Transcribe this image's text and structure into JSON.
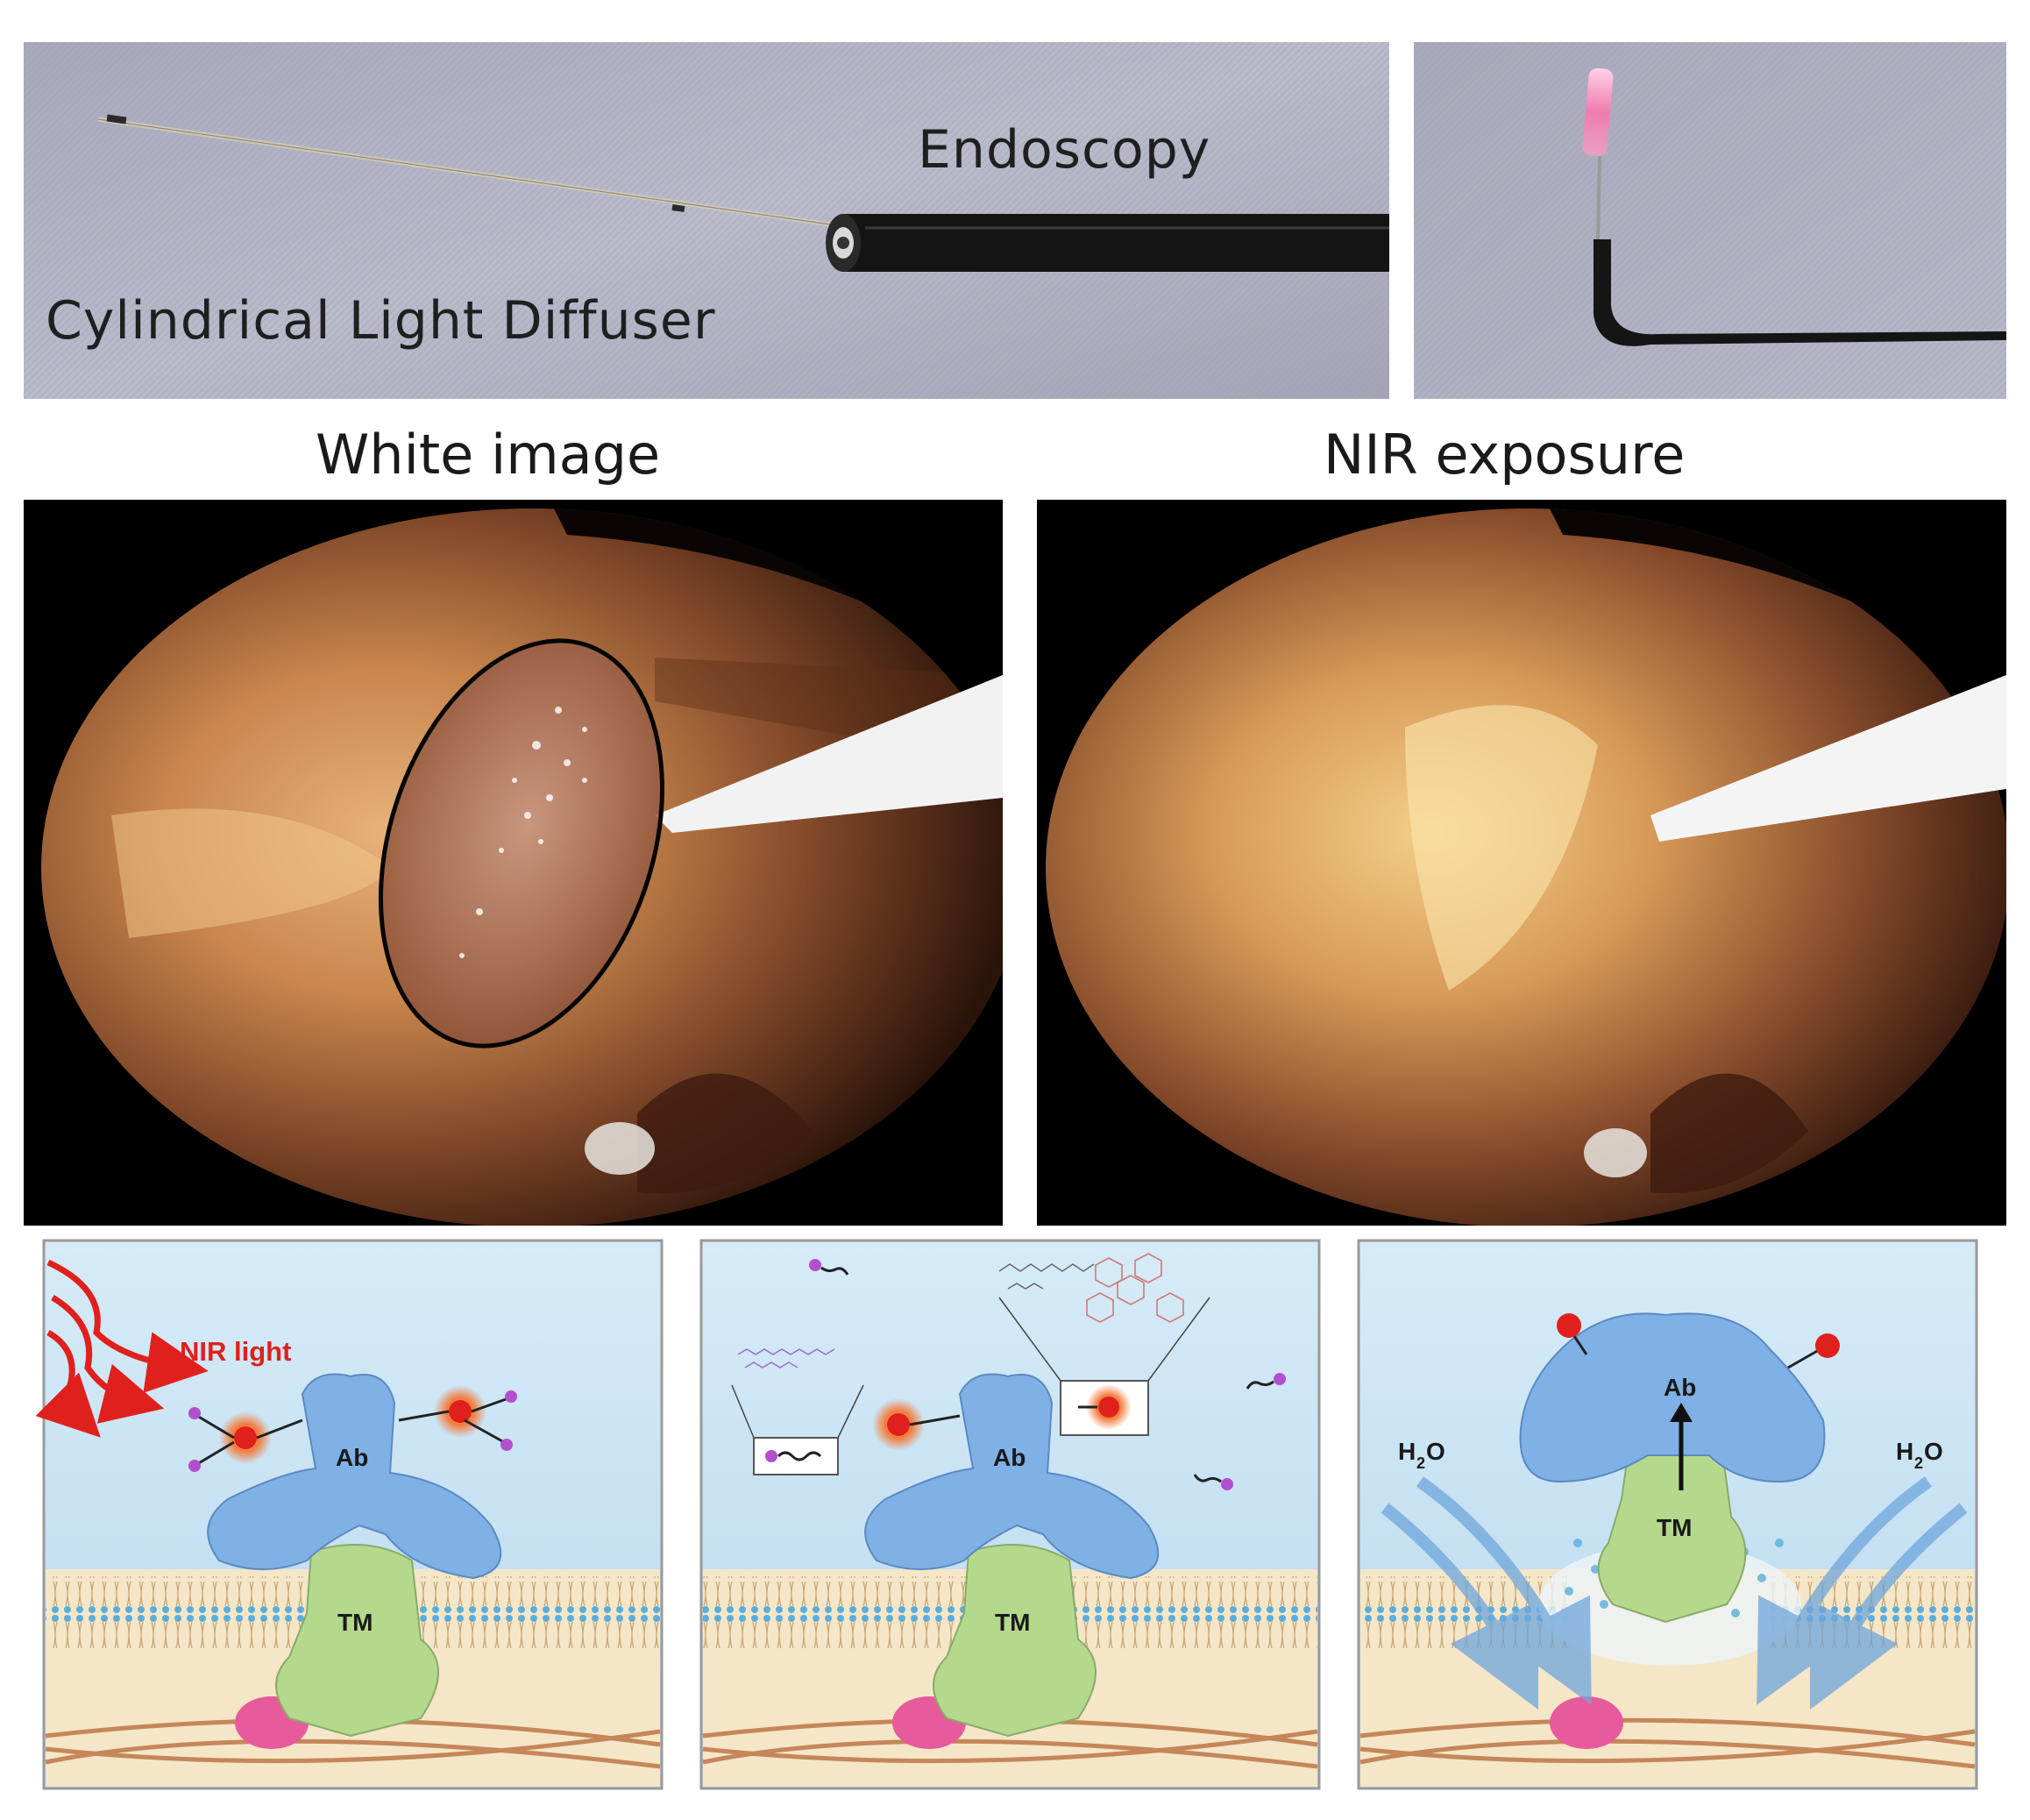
{
  "photos": {
    "diffuser_label": "Cylindrical Light Diffuser",
    "endoscope_label": "Endoscopy"
  },
  "endoscopy": {
    "left_title": "White image",
    "right_title": "NIR exposure"
  },
  "mechanism": {
    "panel1": {
      "light_label": "NIR light",
      "antibody_label": "Ab",
      "target_label": "TM"
    },
    "panel2": {
      "antibody_label": "Ab",
      "target_label": "TM"
    },
    "panel3": {
      "antibody_label": "Ab",
      "target_label": "TM",
      "water_left": "H",
      "water_sub": "2",
      "water_o": "O"
    }
  },
  "colors": {
    "antibody": "#7fb0e6",
    "target_membrane_protein": "#b5d98c",
    "dye": "#e0201c",
    "nir_light": "#e0201c",
    "tissue": "#c4865a"
  }
}
